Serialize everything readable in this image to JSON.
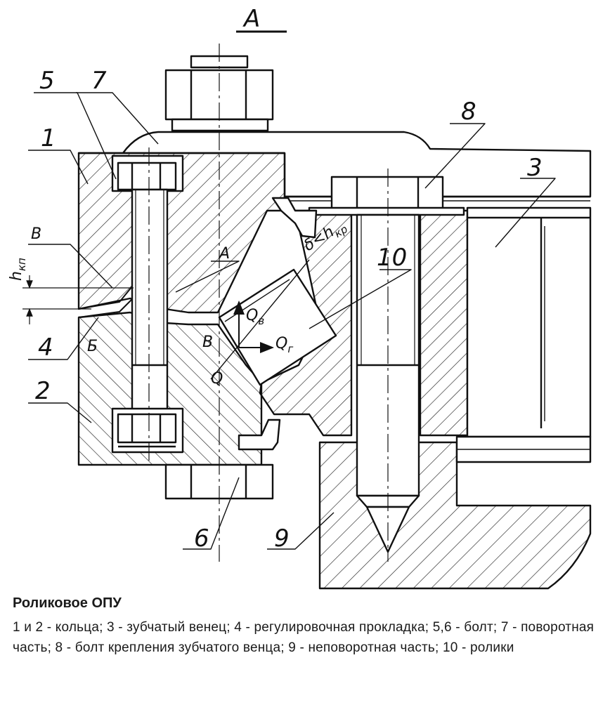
{
  "drawing": {
    "view_label": "А",
    "callouts": {
      "c1": "1",
      "c2": "2",
      "c3": "3",
      "c4": "4",
      "c5": "5",
      "c6": "6",
      "c7": "7",
      "c8": "8",
      "c9": "9",
      "c10": "10"
    },
    "letters": {
      "b_left": "В",
      "b_right": "В",
      "be": "Б",
      "a": "А",
      "q": "Q",
      "qb": "Q",
      "qb_sub": "в",
      "qr": "Q",
      "qr_sub": "г",
      "h_kp": "h",
      "h_kp_sub": "кп",
      "delta_h": "δ<h",
      "delta_h_sub": "кр"
    }
  },
  "caption": {
    "title": "Роликовое ОПУ",
    "text": "1 и 2 - кольца; 3 - зубчатый венец; 4 - регулировочная прокладка; 5,6 - болт; 7 - поворотная часть; 8 - болт крепления зубчатого венца; 9 - неповоротная часть; 10 - ролики"
  }
}
